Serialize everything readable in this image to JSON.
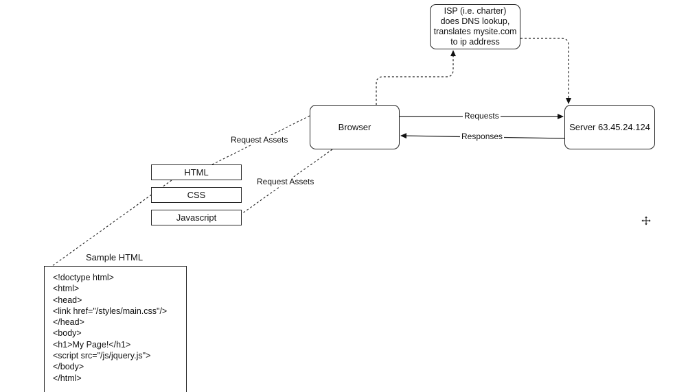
{
  "nodes": {
    "isp": [
      "ISP (i.e. charter)",
      "does DNS lookup,",
      "translates mysite.com",
      "to ip address"
    ],
    "browser": "Browser",
    "server": "Server 63.45.24.124",
    "assets": [
      "HTML",
      "CSS",
      "Javascript"
    ]
  },
  "edge_labels": {
    "requests": "Requests",
    "responses": "Responses",
    "request_assets_1": "Request Assets",
    "request_assets_2": "Request Assets"
  },
  "sample": {
    "title": "Sample HTML",
    "lines": [
      "<!doctype html>",
      "<html>",
      "<head>",
      "<link href=\"/styles/main.css\"/>",
      "</head>",
      "<body>",
      "<h1>My Page!</h1>",
      "<script src=\"/js/jquery.js\">",
      "</body>",
      "</html>"
    ]
  },
  "icons": {
    "cursor": "move-cursor-icon"
  }
}
